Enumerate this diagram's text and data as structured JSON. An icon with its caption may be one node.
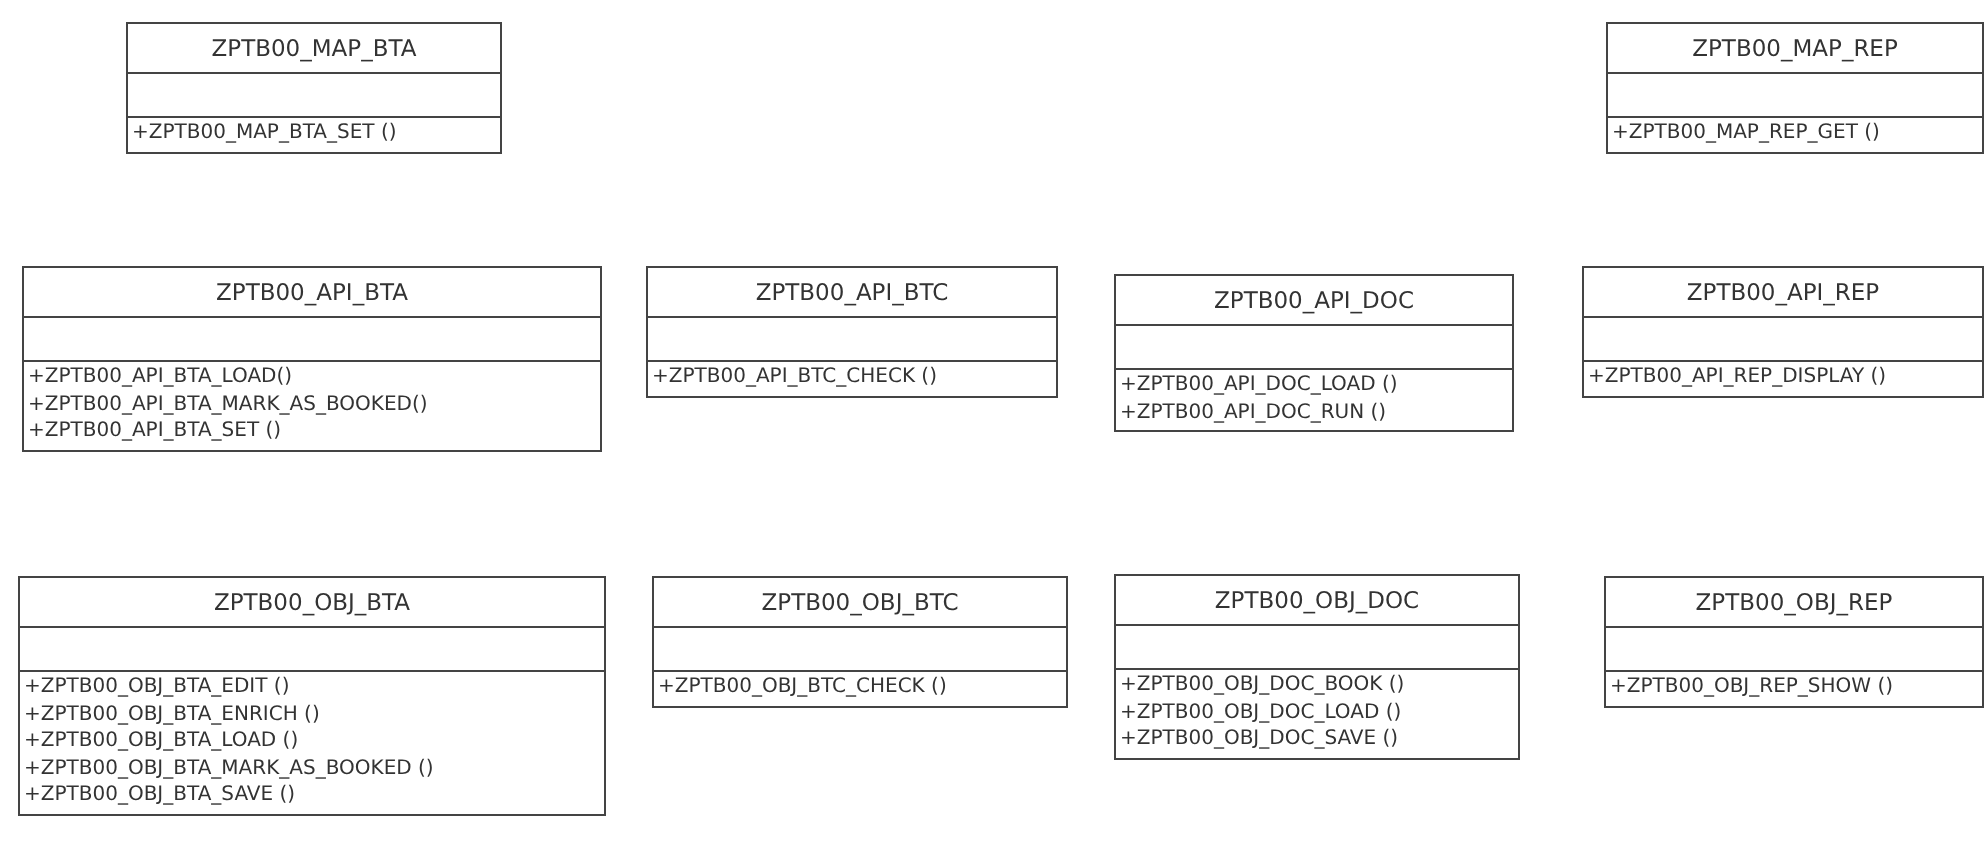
{
  "diagram": {
    "nodes": [
      {
        "text": [
          "ZPTB00_MAP_BTA",
          "+ZPTB00_MAP_BTA_SET ()"
        ]
      },
      {
        "text": [
          "ZPTB00_MAP_REP",
          "+ZPTB00_MAP_REP_GET ()"
        ]
      },
      {
        "text": [
          "ZPTB00_API_BTA",
          "+ZPTB00_API_BTA_LOAD()",
          "+ZPTB00_API_BTA_MARK_AS_BOOKED()",
          "+ZPTB00_API_BTA_SET ()"
        ]
      },
      {
        "text": [
          "ZPTB00_API_BTC",
          "+ZPTB00_API_BTC_CHECK ()"
        ]
      },
      {
        "text": [
          "ZPTB00_API_DOC",
          "+ZPTB00_API_DOC_LOAD ()",
          "+ZPTB00_API_DOC_RUN ()"
        ]
      },
      {
        "text": [
          "ZPTB00_API_REP",
          "+ZPTB00_API_REP_DISPLAY ()"
        ]
      },
      {
        "text": [
          "ZPTB00_OBJ_BTA",
          "+ZPTB00_OBJ_BTA_EDIT ()",
          "+ZPTB00_OBJ_BTA_ENRICH ()",
          "+ZPTB00_OBJ_BTA_LOAD ()",
          "+ZPTB00_OBJ_BTA_MARK_AS_BOOKED ()",
          "+ZPTB00_OBJ_BTA_SAVE ()"
        ]
      },
      {
        "text": [
          "ZPTB00_OBJ_BTC",
          "+ZPTB00_OBJ_BTC_CHECK ()"
        ]
      },
      {
        "text": [
          "ZPTB00_OBJ_DOC",
          "+ZPTB00_OBJ_DOC_BOOK ()",
          "+ZPTB00_OBJ_DOC_LOAD ()",
          "+ZPTB00_OBJ_DOC_SAVE ()"
        ]
      },
      {
        "text": [
          "ZPTB00_OBJ_REP",
          "+ZPTB00_OBJ_REP_SHOW ()"
        ]
      }
    ]
  }
}
